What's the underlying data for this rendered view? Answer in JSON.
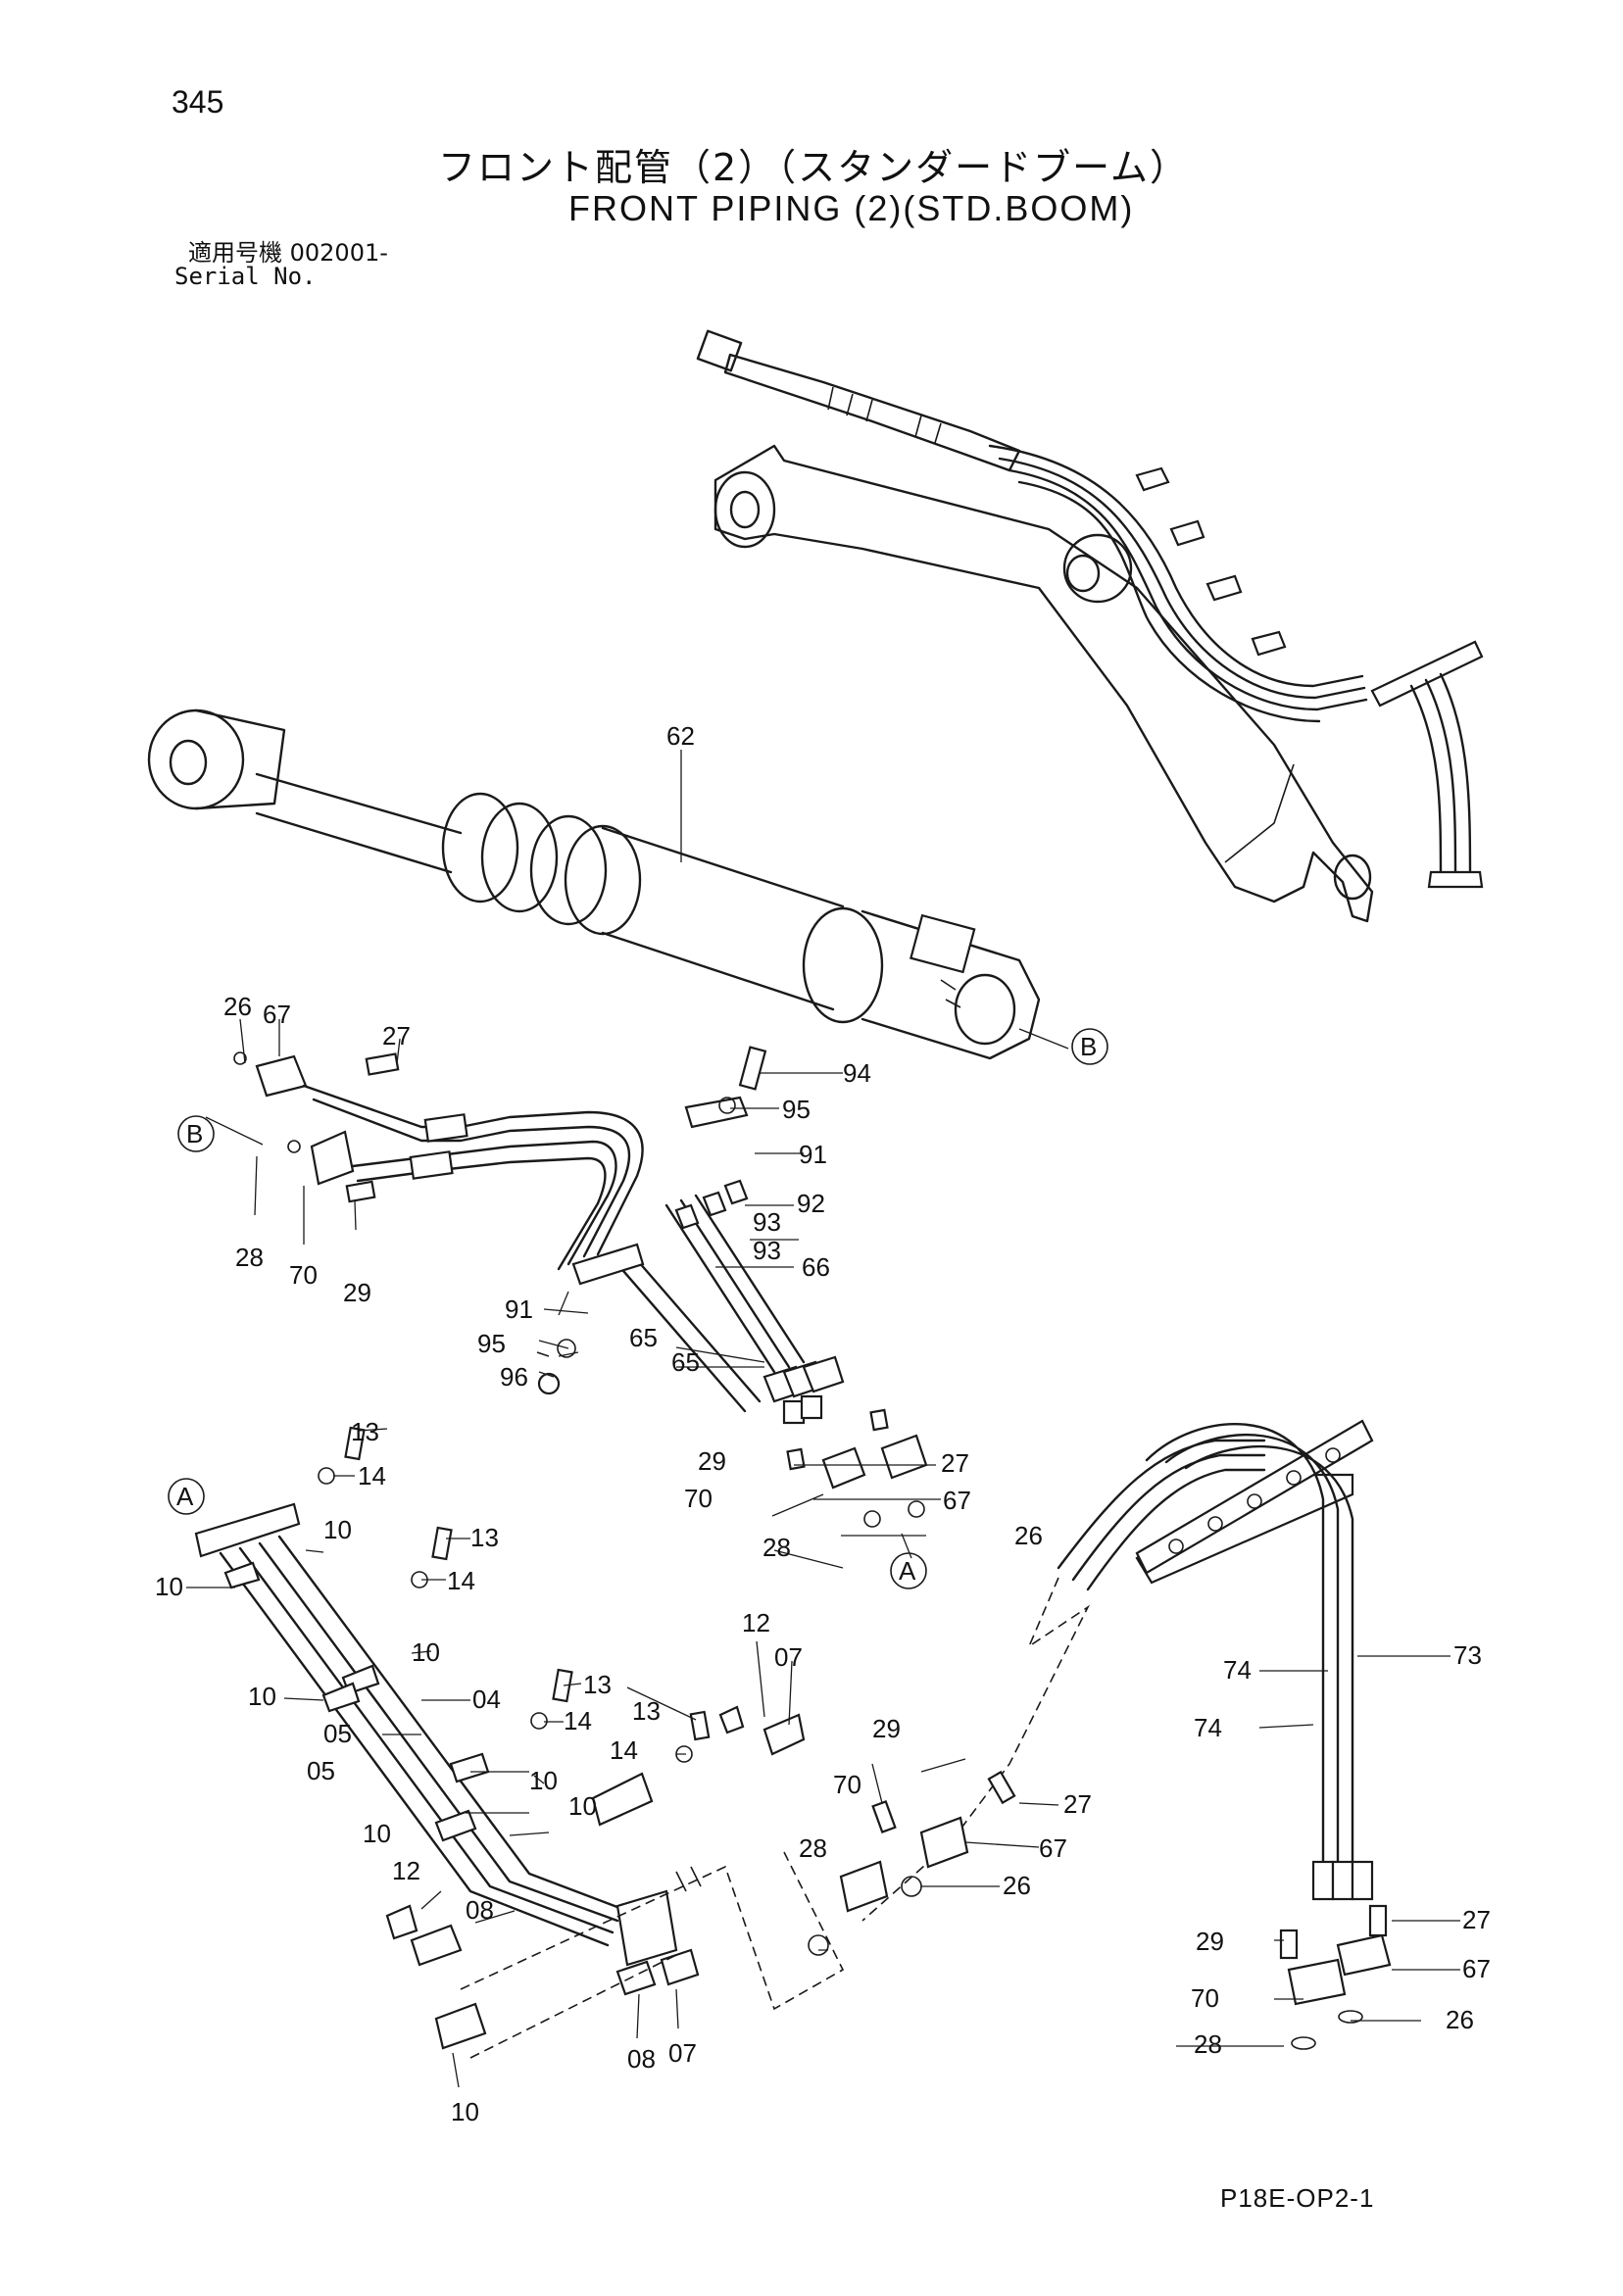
{
  "page": {
    "number": "345",
    "title_jp": "フロント配管（2）（スタンダードブーム）",
    "title_en": "FRONT PIPING (2)(STD.BOOM)",
    "serial_label_jp": "適用号機  002001-",
    "serial_label_en": "Serial No.",
    "drawing_code": "P18E-OP2-1"
  },
  "diagram": {
    "ref_markers": {
      "a": "A",
      "b": "B"
    },
    "callouts": {
      "c04": "04",
      "c05": "05",
      "c07": "07",
      "c08": "08",
      "c10": "10",
      "c12": "12",
      "c13": "13",
      "c14": "14",
      "c26": "26",
      "c27": "27",
      "c28": "28",
      "c29": "29",
      "c62": "62",
      "c65": "65",
      "c66": "66",
      "c67": "67",
      "c70": "70",
      "c73": "73",
      "c74": "74",
      "c91": "91",
      "c92": "92",
      "c93": "93",
      "c94": "94",
      "c95": "95",
      "c96": "96"
    }
  }
}
